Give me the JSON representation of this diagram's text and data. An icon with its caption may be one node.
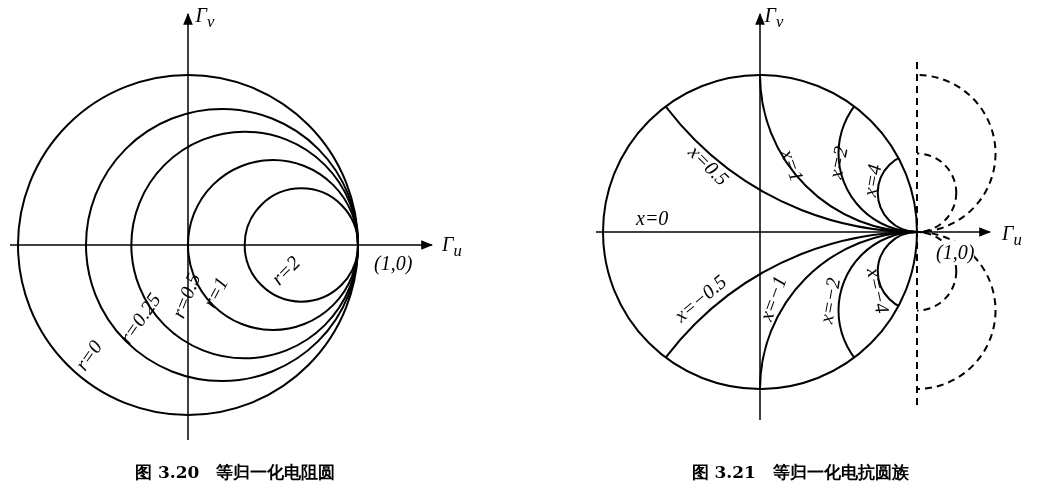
{
  "diagram": {
    "labels": [
      "Γ$_{v}$",
      "Γ$_{u}$",
      "r=2",
      "r=1",
      "(1,0)",
      "r=0.5",
      "r=0.25",
      "r=0",
      "Γ$_{v}$",
      "x=0.5",
      "x=1",
      "x=2",
      "x=4",
      "x=0",
      "Γ$_{u}$",
      "(1,0)",
      "x=−0.5",
      "x=−1",
      "x=−2",
      "x=−4",
      "图 3.20　等归一化电阻圆",
      "图 3.21　等归一化电抗圆族"
    ]
  }
}
